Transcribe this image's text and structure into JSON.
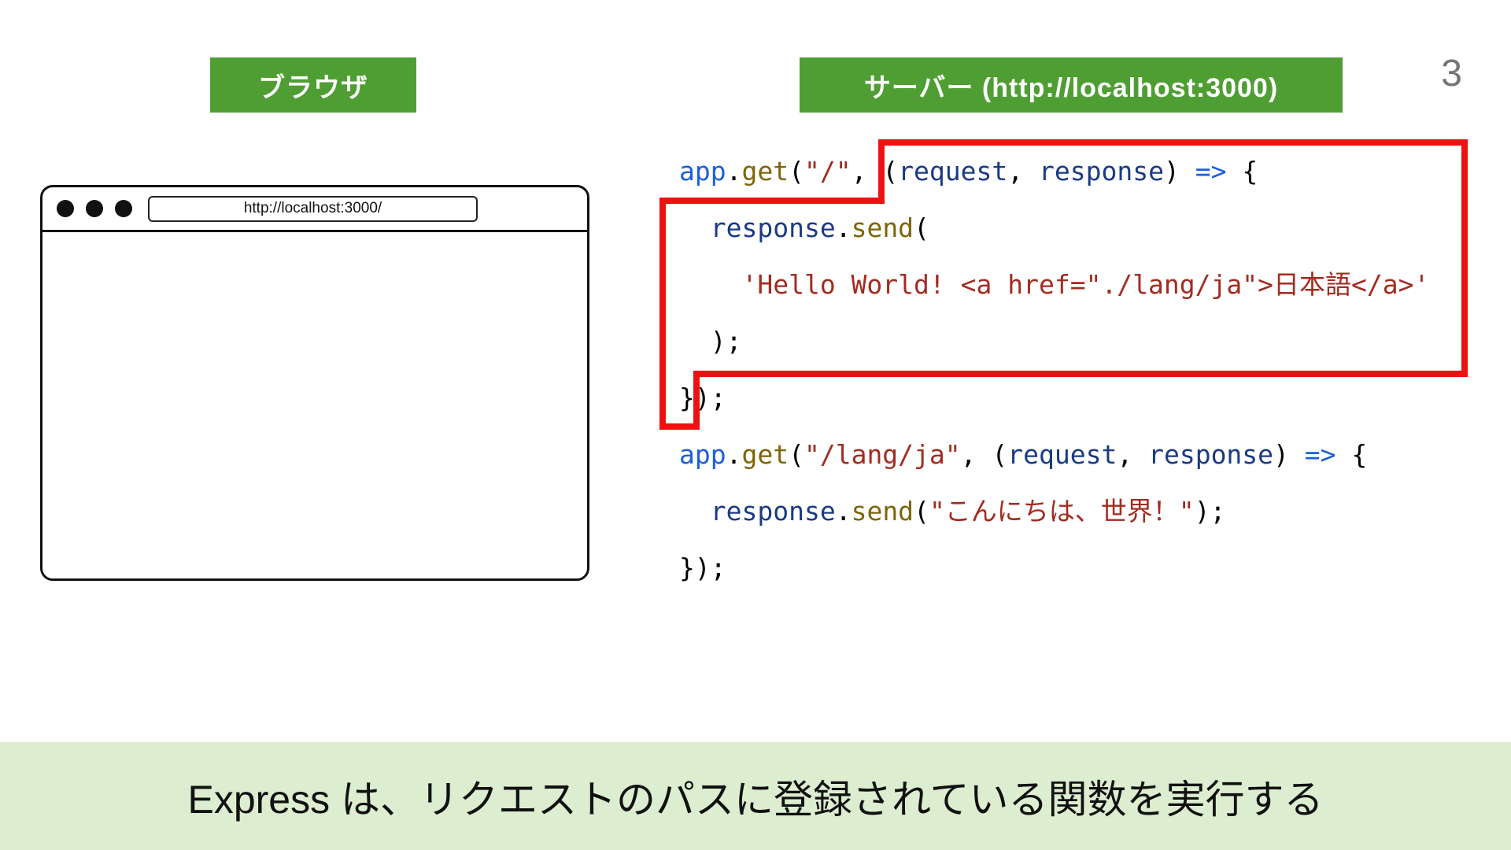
{
  "page_number": "3",
  "badges": {
    "browser": "ブラウザ",
    "server": "サーバー (http://localhost:3000)"
  },
  "browser_window": {
    "url": "http://localhost:3000/"
  },
  "code": {
    "lines": [
      {
        "tokens": [
          {
            "t": "app",
            "c": "blue"
          },
          {
            "t": ".",
            "c": "punct"
          },
          {
            "t": "get",
            "c": "func"
          },
          {
            "t": "(",
            "c": "punct"
          },
          {
            "t": "\"/\"",
            "c": "string"
          },
          {
            "t": ", (",
            "c": "punct"
          },
          {
            "t": "request",
            "c": "var"
          },
          {
            "t": ", ",
            "c": "punct"
          },
          {
            "t": "response",
            "c": "var"
          },
          {
            "t": ") ",
            "c": "punct"
          },
          {
            "t": "=>",
            "c": "blue"
          },
          {
            "t": " {",
            "c": "punct"
          }
        ]
      },
      {
        "tokens": [
          {
            "t": "  ",
            "c": "punct"
          },
          {
            "t": "response",
            "c": "var"
          },
          {
            "t": ".",
            "c": "punct"
          },
          {
            "t": "send",
            "c": "func"
          },
          {
            "t": "(",
            "c": "punct"
          }
        ]
      },
      {
        "tokens": [
          {
            "t": "    ",
            "c": "punct"
          },
          {
            "t": "'Hello World! <a href=\"./lang/ja\">日本語</a>'",
            "c": "string"
          }
        ]
      },
      {
        "tokens": [
          {
            "t": "  );",
            "c": "punct"
          }
        ]
      },
      {
        "tokens": [
          {
            "t": "});",
            "c": "punct"
          }
        ]
      },
      {
        "tokens": [
          {
            "t": "app",
            "c": "blue"
          },
          {
            "t": ".",
            "c": "punct"
          },
          {
            "t": "get",
            "c": "func"
          },
          {
            "t": "(",
            "c": "punct"
          },
          {
            "t": "\"/lang/ja\"",
            "c": "string"
          },
          {
            "t": ", (",
            "c": "punct"
          },
          {
            "t": "request",
            "c": "var"
          },
          {
            "t": ", ",
            "c": "punct"
          },
          {
            "t": "response",
            "c": "var"
          },
          {
            "t": ") ",
            "c": "punct"
          },
          {
            "t": "=>",
            "c": "blue"
          },
          {
            "t": " {",
            "c": "punct"
          }
        ]
      },
      {
        "tokens": [
          {
            "t": "  ",
            "c": "punct"
          },
          {
            "t": "response",
            "c": "var"
          },
          {
            "t": ".",
            "c": "punct"
          },
          {
            "t": "send",
            "c": "func"
          },
          {
            "t": "(",
            "c": "punct"
          },
          {
            "t": "\"こんにちは、世界！\"",
            "c": "string"
          },
          {
            "t": ");",
            "c": "punct"
          }
        ]
      },
      {
        "tokens": [
          {
            "t": "});",
            "c": "punct"
          }
        ]
      }
    ]
  },
  "caption": "Express は、リクエストのパスに登録されている関数を実行する",
  "colors": {
    "accent-green": "#4f9e33",
    "banner-green": "#ddedd0",
    "code-blue": "#1b5fd9",
    "code-var": "#1b3a85",
    "code-func": "#7d6608",
    "code-string": "#a22c21",
    "highlight-red": "#ee1111",
    "page-number-gray": "#757575"
  }
}
